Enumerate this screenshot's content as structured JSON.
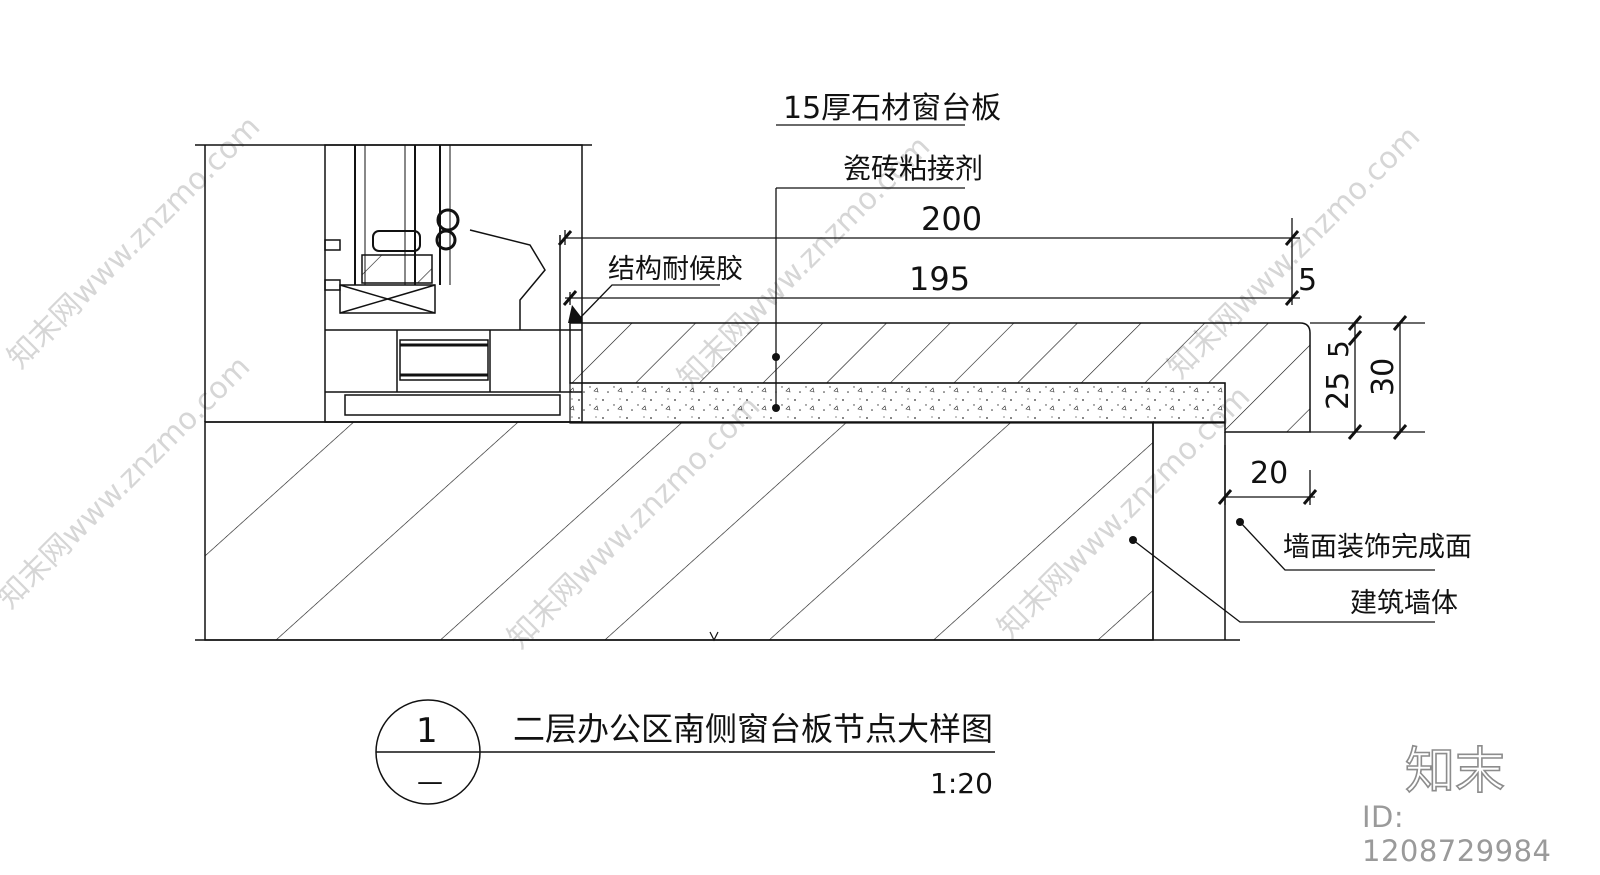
{
  "labels": {
    "stone_sill": "15厚石材窗台板",
    "tile_adhesive": "瓷砖粘接剂",
    "structural_sealant": "结构耐候胶",
    "wall_finish": "墙面装饰完成面",
    "building_wall": "建筑墙体"
  },
  "dimensions": {
    "d200": "200",
    "d195": "195",
    "d5_right": "5",
    "d5_vert": "5",
    "d25": "25",
    "d30": "30",
    "d20": "20"
  },
  "title_block": {
    "number": "1",
    "sheet": "—",
    "title": "二层办公区南侧窗台板节点大样图",
    "scale": "1:20"
  },
  "watermark": {
    "text": "知末网www.znzmo.com",
    "brand": "知末",
    "id": "ID: 1208729984"
  },
  "colors": {
    "line": "#111111",
    "watermark": "#d6d6d6"
  }
}
